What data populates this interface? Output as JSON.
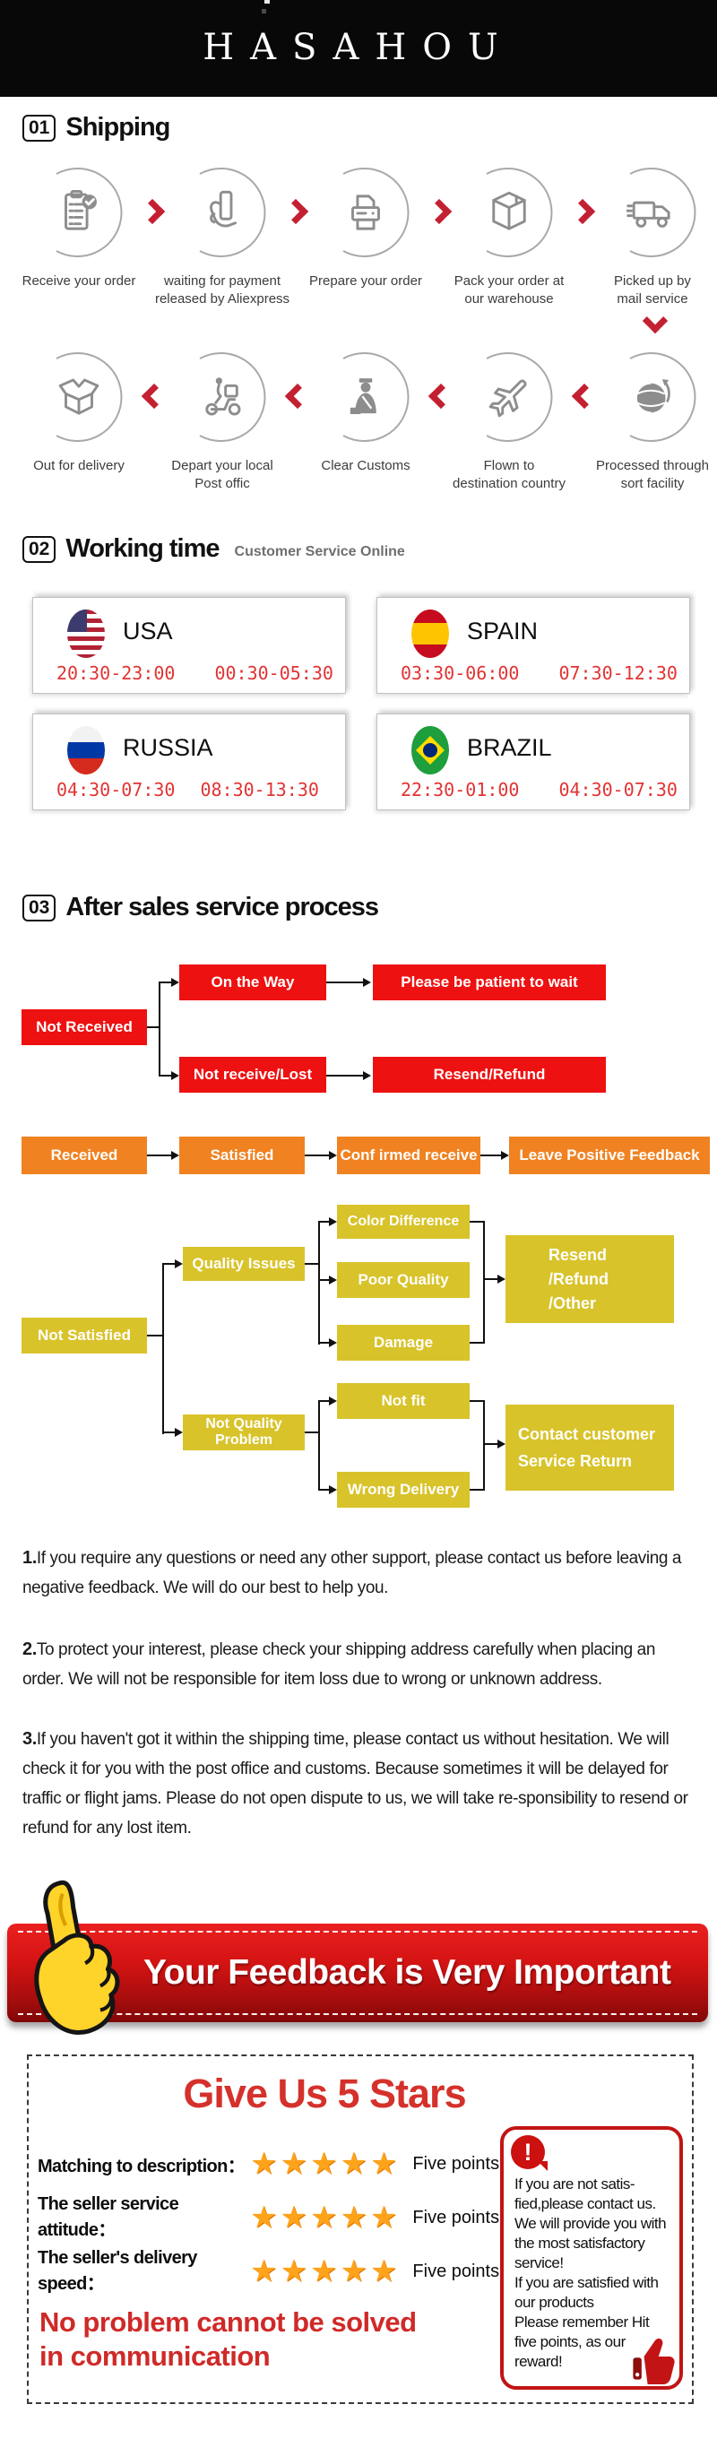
{
  "brand": "HASAHOU",
  "sections": {
    "shipping": {
      "num": "01",
      "title": "Shipping"
    },
    "working_time": {
      "num": "02",
      "title": "Working time",
      "subtitle": "Customer Service Online"
    },
    "after_sales": {
      "num": "03",
      "title": "After sales service process"
    }
  },
  "shipping": {
    "row1": [
      {
        "icon": "clipboard-check-icon",
        "label": "Receive your order"
      },
      {
        "icon": "hand-card-icon",
        "label": "waiting for payment\nreleased by Aliexpress"
      },
      {
        "icon": "printer-icon",
        "label": "Prepare your order"
      },
      {
        "icon": "package-icon",
        "label": "Pack your order at\nour warehouse"
      },
      {
        "icon": "truck-icon",
        "label": "Picked up by\nmail service"
      }
    ],
    "row2": [
      {
        "icon": "open-box-icon",
        "label": "Out  for delivery"
      },
      {
        "icon": "scooter-icon",
        "label": "Depart your local\nPost offic"
      },
      {
        "icon": "customs-officer-icon",
        "label": "Clear Customs"
      },
      {
        "icon": "plane-icon",
        "label": "Flown to\ndestination country"
      },
      {
        "icon": "globe-icon",
        "label": "Processed through\nsort facility"
      }
    ]
  },
  "working_time": {
    "countries": [
      {
        "name": "USA",
        "flag": "usa-flag",
        "time1": "20:30-23:00",
        "time2": "00:30-05:30"
      },
      {
        "name": "SPAIN",
        "flag": "spain-flag",
        "time1": "03:30-06:00",
        "time2": "07:30-12:30"
      },
      {
        "name": "RUSSIA",
        "flag": "russia-flag",
        "time1": "04:30-07:30",
        "time2": "08:30-13:30"
      },
      {
        "name": "BRAZIL",
        "flag": "brazil-flag",
        "time1": "22:30-01:00",
        "time2": "04:30-07:30"
      }
    ]
  },
  "flow": {
    "not_received": "Not Received",
    "on_the_way": "On the Way",
    "patient": "Please be patient to wait",
    "not_receive_lost": "Not receive/Lost",
    "resend_refund": "Resend/Refund",
    "received": "Received",
    "satisfied": "Satisfied",
    "confirmed": "Conf irmed receive",
    "leave_feedback": "Leave Positive Feedback",
    "not_satisfied": "Not Satisfied",
    "quality_issues": "Quality Issues",
    "color_difference": "Color Difference",
    "poor_quality": "Poor Quality",
    "damage": "Damage",
    "resend_other": "Resend\n/Refund\n/Other",
    "not_quality_problem": "Not Quality\nProblem",
    "not_fit": "Not fit",
    "wrong_delivery": "Wrong Delivery",
    "contact_return": "Contact customer\nService Return"
  },
  "notes": [
    {
      "num": "1.",
      "text": "If you require any questions or need any other support, please contact us before leaving a negative feedback. We will do our best to help you."
    },
    {
      "num": "2.",
      "text": "To protect your interest, please check your shipping address carefully when placing an order. We will not be responsible for item loss due to wrong or unknown address."
    },
    {
      "num": "3.",
      "text": "If you haven't got it within the shipping time, please contact us without hesitation. We will check it for you with the post office and customs. Because sometimes it will be delayed for traffic or flight jams. Please do not open dispute to us, we will take re-sponsibility to resend or refund for any lost item."
    }
  ],
  "feedback": {
    "banner_title": "Your Feedback is Very Important",
    "thumb_icon": "thumbs-up-icon"
  },
  "stars": {
    "title": "Give Us 5 Stars",
    "star_count": 5,
    "rows": [
      {
        "label": "Matching to description：",
        "points": "Five points"
      },
      {
        "label": "The seller service attitude：",
        "points": "Five points"
      },
      {
        "label": "The seller's delivery speed：",
        "points": "Five points"
      }
    ],
    "notice": "If you are not satis-fied,please contact us. We will provide you with the most satisfactory service!\nIf you are satisfied with our products\nPlease remember Hit five points, as our reward!",
    "slogan": "No problem cannot be solved\n in communication"
  },
  "colors": {
    "flow_red": "#ee1111",
    "flow_orange": "#f08221",
    "flow_yellow": "#d8c32b",
    "banner_red": "#c60d0d",
    "accent_red": "#cf2a28",
    "time_red": "#e23333",
    "chevron_red": "#c32032",
    "header_black": "#080808"
  }
}
